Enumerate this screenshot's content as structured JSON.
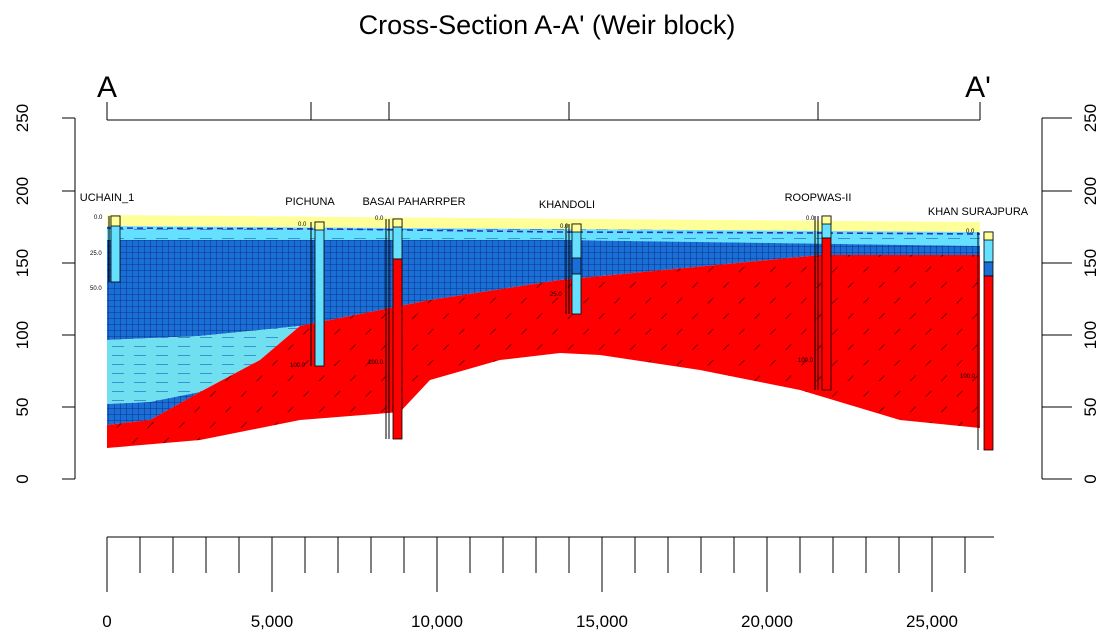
{
  "title": "Cross-Section A-A' (Weir block)",
  "section_start_label": "A",
  "section_end_label": "A'",
  "elevation_ticks": [
    "0",
    "50",
    "100",
    "150",
    "200",
    "250"
  ],
  "distance_ticks": [
    "0",
    "5,000",
    "10,000",
    "15,000",
    "20,000",
    "25,000"
  ],
  "wells": [
    {
      "name": "UCHAIN_1",
      "depth_labels": [
        "0.0",
        "25.0",
        "50.0"
      ]
    },
    {
      "name": "PICHUNA",
      "depth_labels": [
        "0.0",
        "100.0"
      ]
    },
    {
      "name": "BASAI PAHARRPER",
      "depth_labels": [
        "0.0",
        "100.0"
      ]
    },
    {
      "name": "KHANDOLI",
      "depth_labels": [
        "0.0",
        "25.0"
      ]
    },
    {
      "name": "ROOPWAS-II",
      "depth_labels": [
        "0.0",
        "100.0"
      ]
    },
    {
      "name": "KHAN SURAJPURA",
      "depth_labels": [
        "0.0",
        "100.0"
      ]
    }
  ],
  "colors": {
    "topsoil": "#ffff99",
    "unconfined_aquifer": "#66e0ff",
    "aquitard": "#1a6fd6",
    "lower_aquifer": "#70e0f0",
    "bedrock": "#ff0000"
  }
}
